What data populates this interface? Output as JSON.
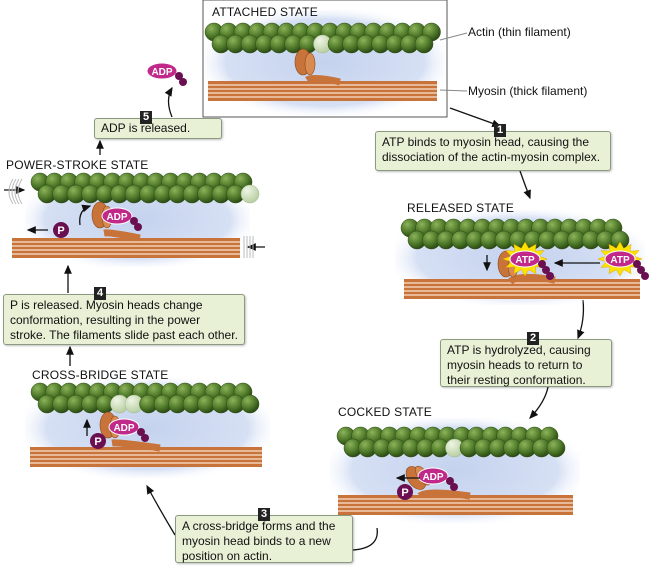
{
  "states": {
    "attached": "ATTACHED STATE",
    "released": "RELEASED STATE",
    "cocked": "COCKED STATE",
    "cross_bridge": "CROSS-BRIDGE STATE",
    "power_stroke": "POWER-STROKE STATE"
  },
  "labels": {
    "actin": "Actin (thin filament)",
    "myosin": "Myosin (thick filament)"
  },
  "steps": [
    {
      "number": "1",
      "text": "ATP binds to myosin head, causing the dissociation of the actin-myosin complex."
    },
    {
      "number": "2",
      "text": "ATP is hydrolyzed, causing myosin heads to return to their resting conformation."
    },
    {
      "number": "3",
      "text": "A cross-bridge forms and the myosin head binds to a new position on actin."
    },
    {
      "number": "4",
      "text": "P is released. Myosin heads change conformation, resulting in the power stroke. The filaments slide past each other."
    },
    {
      "number": "5",
      "text": "ADP is released."
    }
  ],
  "molecules": {
    "atp": "ATP",
    "adp": "ADP",
    "phosphate": "P"
  },
  "colors": {
    "actin": "#4f7a2a",
    "actin_binding_site": "#c9dbb8",
    "myosin": "#c8733a",
    "step_box": "#e8f0d6",
    "adp_atp": "#c0288a",
    "phosphate": "#6a1050",
    "background_glow": "#c9d6ee"
  }
}
